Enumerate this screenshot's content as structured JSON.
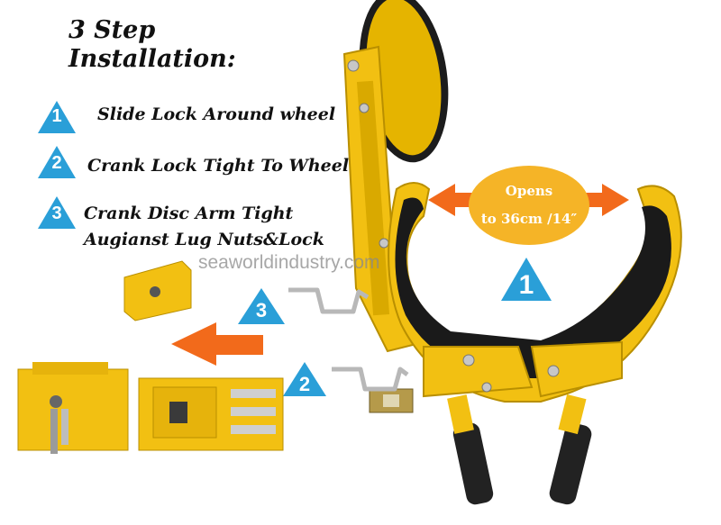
{
  "title": {
    "line1": "3 Step",
    "line2": "Installation:"
  },
  "steps": [
    {
      "number": "1",
      "text": "Slide Lock Around wheel"
    },
    {
      "number": "2",
      "text": "Crank Lock Tight To Wheel"
    },
    {
      "number": "3",
      "text": "Crank Disc Arm Tight",
      "text2": "Augianst Lug Nuts&Lock"
    }
  ],
  "watermark": "seaworldindustry.com",
  "opening_bubble": {
    "line1": "Opens",
    "line2": "to 36cm /14″"
  },
  "diagram_markers": {
    "m1": "1",
    "m2": "2",
    "m3": "3"
  },
  "colors": {
    "accent_blue": "#2a9fd8",
    "lock_yellow": "#f2c012",
    "arrow_orange": "#f26a1b",
    "bubble": "#f5b427"
  }
}
